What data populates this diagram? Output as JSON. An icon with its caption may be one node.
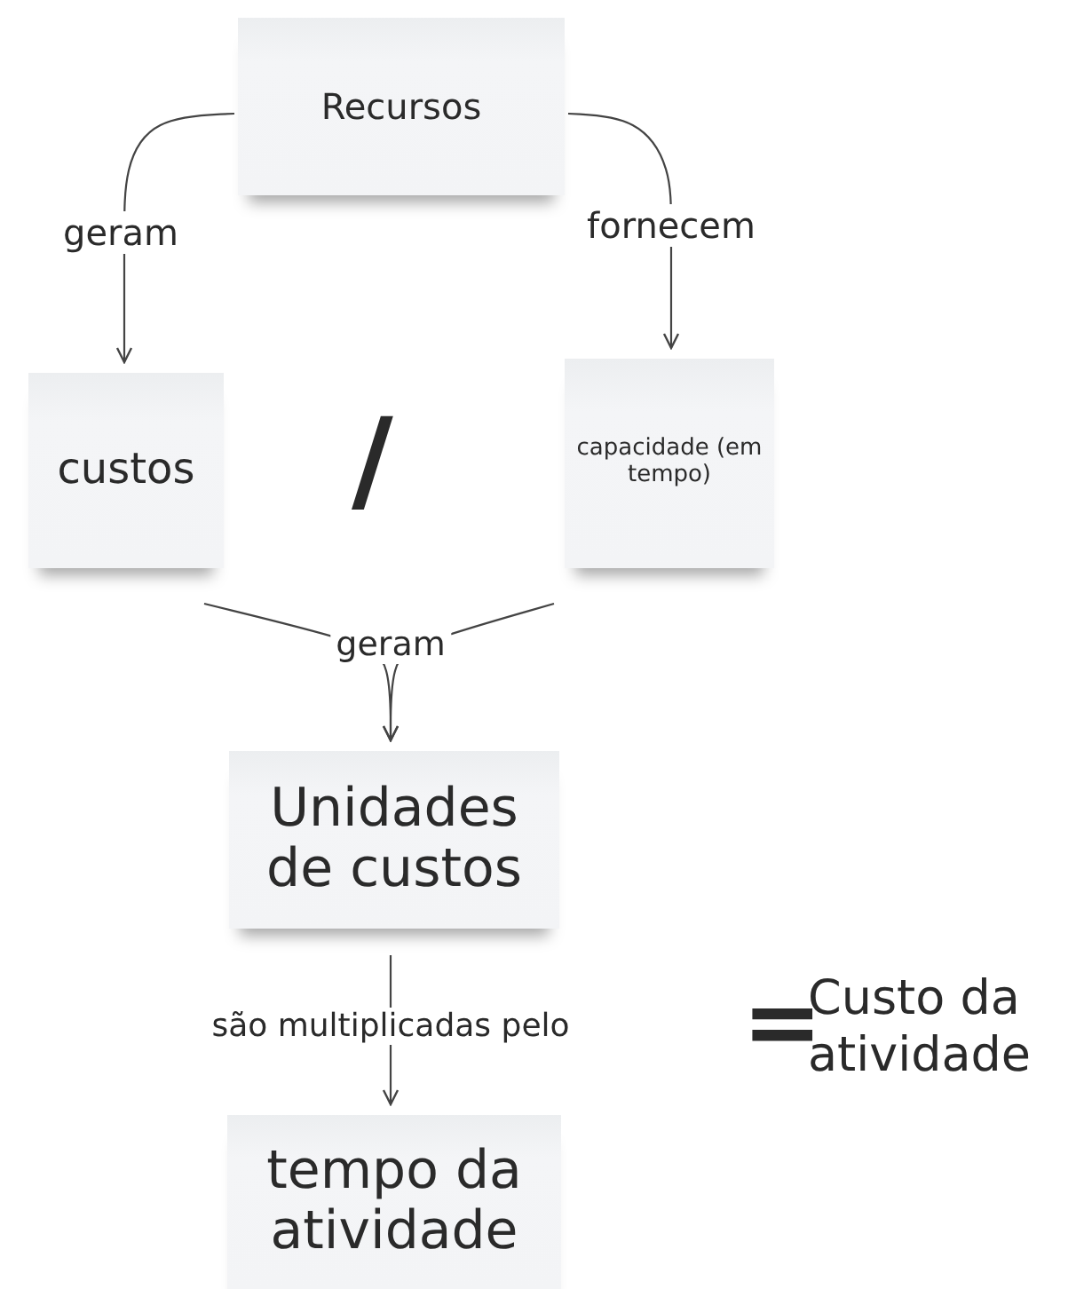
{
  "diagram": {
    "nodes": [
      {
        "text": [
          "Recursos"
        ]
      },
      {
        "text": [
          "custos"
        ]
      },
      {
        "text": [
          "capacidade (em tempo)"
        ]
      },
      {
        "text": [
          "Unidades de custos"
        ]
      },
      {
        "text": [
          "tempo da atividade"
        ]
      }
    ],
    "edges": [
      {
        "from": 0,
        "to": 1,
        "label": "geram",
        "arrow": "to"
      },
      {
        "from": 0,
        "to": 2,
        "label": "fornecem",
        "arrow": "to"
      },
      {
        "from": 1,
        "to": 3,
        "label": "geram",
        "arrow": "to"
      },
      {
        "from": 2,
        "to": 3,
        "arrow": "to"
      },
      {
        "from": 3,
        "to": 4,
        "label": "são multiplicadas pelo",
        "arrow": "to"
      }
    ],
    "labels": [
      "/",
      "=",
      "Custo da atividade"
    ]
  }
}
